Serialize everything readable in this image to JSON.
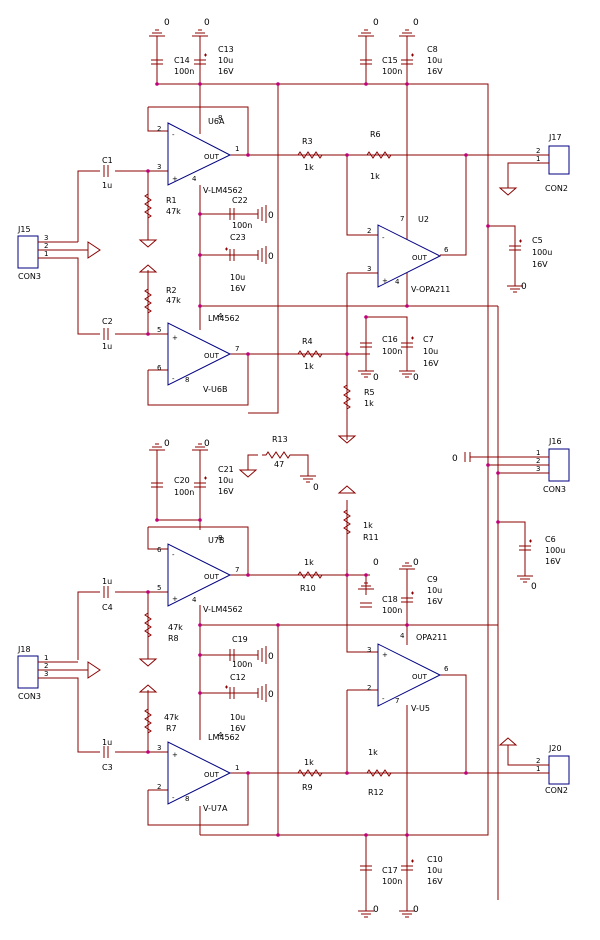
{
  "ground_label": "0",
  "opamps": {
    "u6a": {
      "ref": "U6A",
      "part": "LM4562",
      "vminus": "V-",
      "in_neg": "-",
      "in_pos": "+",
      "out": "OUT",
      "v_plus_pin": "8",
      "v_minus_pin": "4",
      "pin_neg": "2",
      "pin_pos": "3",
      "pin_out": "1"
    },
    "u6b": {
      "ref": "U6B",
      "part": "LM4562",
      "vminus": "V-",
      "in_neg": "-",
      "in_pos": "+",
      "out": "OUT",
      "v_plus_pin": "8",
      "v_minus_pin": "4",
      "pin_neg": "6",
      "pin_pos": "5",
      "pin_out": "7"
    },
    "u2": {
      "ref": "U2",
      "part": "OPA211",
      "vminus": "V-",
      "in_neg": "-",
      "in_pos": "+",
      "out": "OUT",
      "v_plus_pin": "7",
      "v_minus_pin": "4",
      "pin_neg": "2",
      "pin_pos": "3",
      "pin_out": "6"
    },
    "u7b": {
      "ref": "U7B",
      "part": "LM4562",
      "vminus": "V-",
      "in_neg": "-",
      "in_pos": "+",
      "out": "OUT",
      "v_plus_pin": "8",
      "v_minus_pin": "4",
      "pin_neg": "6",
      "pin_pos": "5",
      "pin_out": "7"
    },
    "u5": {
      "ref": "U5",
      "part": "OPA211",
      "vminus": "V-",
      "in_neg": "-",
      "in_pos": "+",
      "out": "OUT",
      "v_plus_pin": "4",
      "v_minus_pin": "7",
      "pin_neg": "2",
      "pin_pos": "3",
      "pin_out": "6"
    },
    "u7a": {
      "ref": "U7A",
      "part": "LM4562",
      "vminus": "V-",
      "in_neg": "-",
      "in_pos": "+",
      "out": "OUT",
      "v_plus_pin": "4",
      "v_minus_pin": "8",
      "pin_neg": "2",
      "pin_pos": "3",
      "pin_out": "1"
    }
  },
  "resistors": {
    "r1": {
      "ref": "R1",
      "value": "47k"
    },
    "r2": {
      "ref": "R2",
      "value": "47k"
    },
    "r3": {
      "ref": "R3",
      "value": "1k"
    },
    "r4": {
      "ref": "R4",
      "value": "1k"
    },
    "r5": {
      "ref": "R5",
      "value": "1k"
    },
    "r6": {
      "ref": "R6",
      "value": "1k"
    },
    "r7": {
      "ref": "R7",
      "value": "47k"
    },
    "r8": {
      "ref": "R8",
      "value": "47k"
    },
    "r9": {
      "ref": "R9",
      "value": "1k"
    },
    "r10": {
      "ref": "R10",
      "value": "1k"
    },
    "r11": {
      "ref": "R11",
      "value": "1k"
    },
    "r12": {
      "ref": "R12",
      "value": "1k"
    },
    "r13": {
      "ref": "R13",
      "value": "47"
    }
  },
  "capacitors": {
    "c1": {
      "ref": "C1",
      "value": "1u"
    },
    "c2": {
      "ref": "C2",
      "value": "1u"
    },
    "c3": {
      "ref": "C3",
      "value": "1u"
    },
    "c4": {
      "ref": "C4",
      "value": "1u"
    },
    "c5": {
      "ref": "C5",
      "value": "100u",
      "volt": "16V"
    },
    "c6": {
      "ref": "C6",
      "value": "100u",
      "volt": "16V"
    },
    "c7": {
      "ref": "C7",
      "value": "10u",
      "volt": "16V"
    },
    "c8": {
      "ref": "C8",
      "value": "10u",
      "volt": "16V"
    },
    "c9": {
      "ref": "C9",
      "value": "10u",
      "volt": "16V"
    },
    "c10": {
      "ref": "C10",
      "value": "10u",
      "volt": "16V"
    },
    "c12": {
      "ref": "C12",
      "value": "10u",
      "volt": "16V"
    },
    "c13": {
      "ref": "C13",
      "value": "10u",
      "volt": "16V"
    },
    "c14": {
      "ref": "C14",
      "value": "100n"
    },
    "c15": {
      "ref": "C15",
      "value": "100n"
    },
    "c16": {
      "ref": "C16",
      "value": "100n"
    },
    "c17": {
      "ref": "C17",
      "value": "100n"
    },
    "c18": {
      "ref": "C18",
      "value": "100n"
    },
    "c19": {
      "ref": "C19",
      "value": "100n"
    },
    "c20": {
      "ref": "C20",
      "value": "100n"
    },
    "c21": {
      "ref": "C21",
      "value": "10u",
      "volt": "16V"
    },
    "c22": {
      "ref": "C22",
      "value": "100n"
    },
    "c23": {
      "ref": "C23",
      "value": "10u",
      "volt": "16V"
    }
  },
  "connectors": {
    "j15": {
      "ref": "J15",
      "part": "CON3",
      "p1": "1",
      "p2": "2",
      "p3": "3"
    },
    "j16": {
      "ref": "J16",
      "part": "CON3",
      "p1": "1",
      "p2": "2",
      "p3": "3"
    },
    "j17": {
      "ref": "J17",
      "part": "CON2",
      "p1": "1",
      "p2": "2"
    },
    "j18": {
      "ref": "J18",
      "part": "CON3",
      "p1": "1",
      "p2": "2",
      "p3": "3"
    },
    "j20": {
      "ref": "J20",
      "part": "CON2",
      "p1": "1",
      "p2": "2"
    }
  }
}
